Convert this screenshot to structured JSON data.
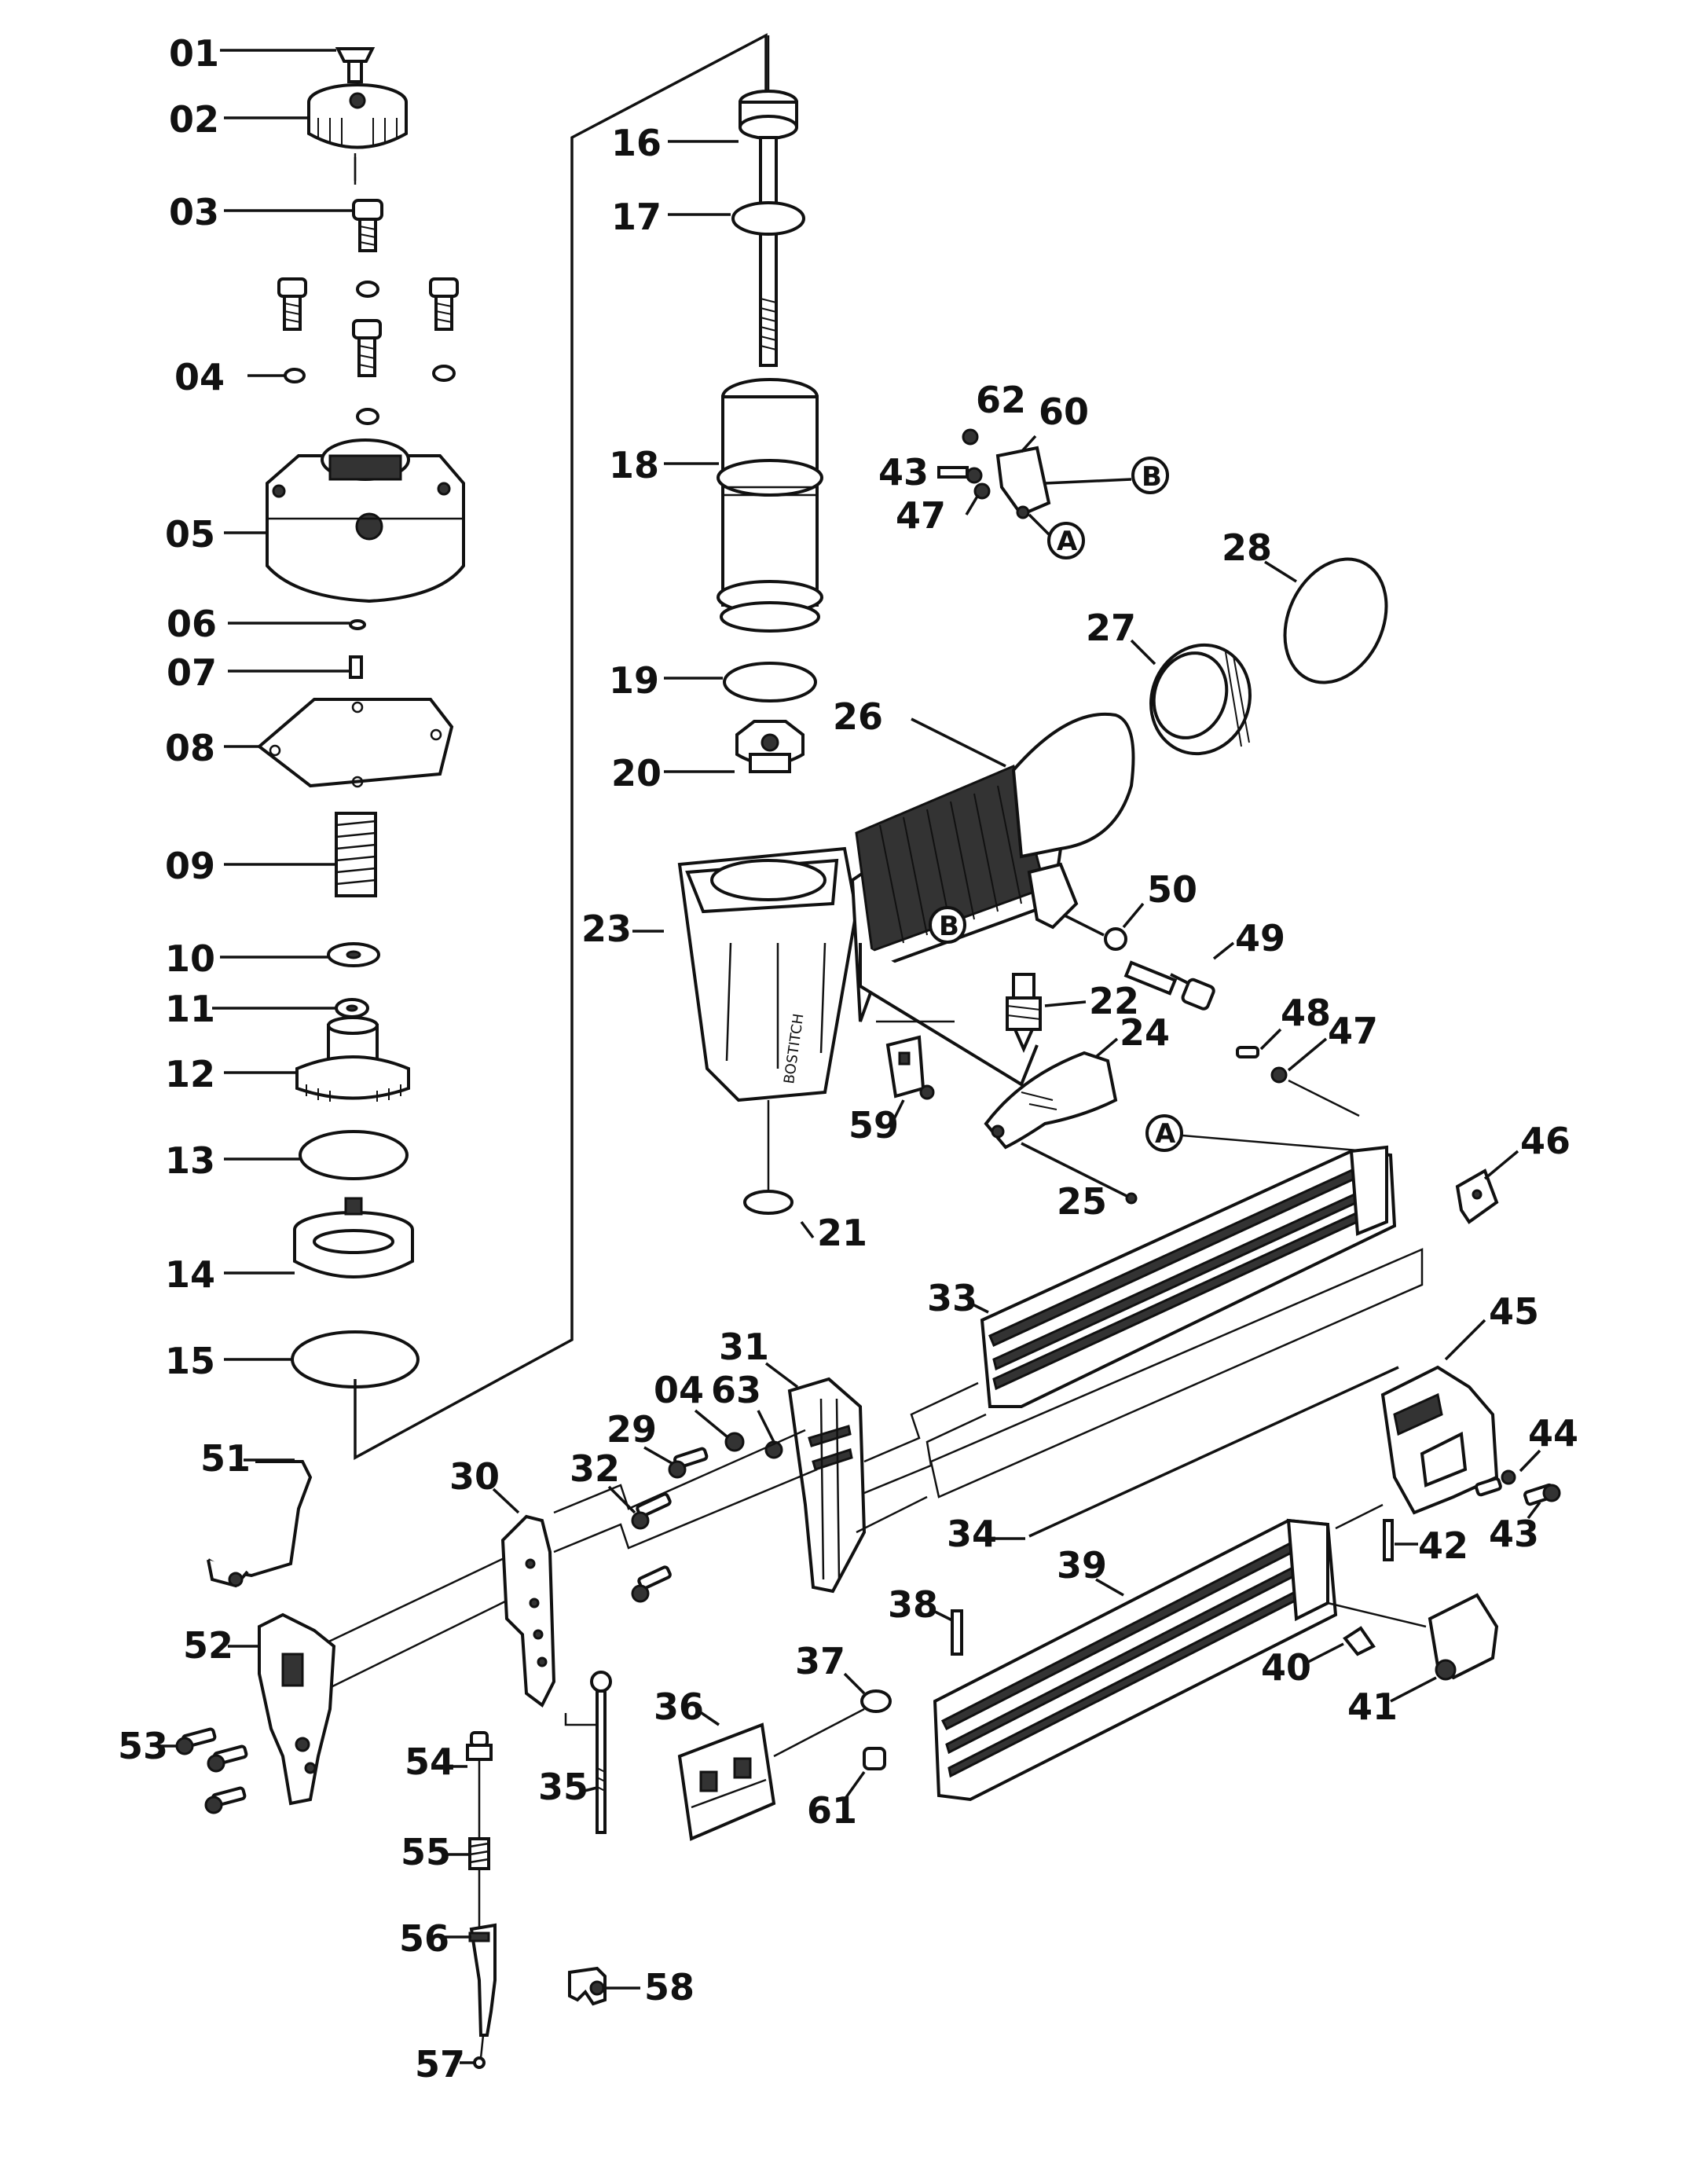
{
  "parts": [
    "01",
    "02",
    "03",
    "04",
    "05",
    "06",
    "07",
    "08",
    "09",
    "10",
    "11",
    "12",
    "13",
    "14",
    "15",
    "16",
    "17",
    "18",
    "19",
    "20",
    "21",
    "22",
    "23",
    "24",
    "25",
    "26",
    "27",
    "28",
    "29",
    "30",
    "31",
    "32",
    "33",
    "34",
    "35",
    "36",
    "37",
    "38",
    "39",
    "40",
    "41",
    "42",
    "43",
    "44",
    "45",
    "46",
    "47",
    "48",
    "49",
    "50",
    "51",
    "52",
    "53",
    "54",
    "55",
    "56",
    "57",
    "58",
    "59",
    "60",
    "61",
    "62",
    "63"
  ],
  "callouts": [
    "A",
    "B"
  ],
  "labels": {
    "p01": "01",
    "p02": "02",
    "p03": "03",
    "p04a": "04",
    "p05": "05",
    "p06": "06",
    "p07": "07",
    "p08": "08",
    "p09": "09",
    "p10": "10",
    "p11": "11",
    "p12": "12",
    "p13": "13",
    "p14": "14",
    "p15": "15",
    "p16": "16",
    "p17": "17",
    "p18": "18",
    "p19": "19",
    "p20": "20",
    "p21": "21",
    "p22": "22",
    "p23": "23",
    "p24": "24",
    "p25": "25",
    "p26": "26",
    "p27": "27",
    "p28": "28",
    "p29": "29",
    "p30": "30",
    "p31": "31",
    "p32": "32",
    "p33": "33",
    "p34": "34",
    "p35": "35",
    "p36": "36",
    "p37": "37",
    "p38": "38",
    "p39": "39",
    "p40": "40",
    "p41": "41",
    "p42": "42",
    "p43a": "43",
    "p43b": "43",
    "p44": "44",
    "p45": "45",
    "p46": "46",
    "p47a": "47",
    "p47b": "47",
    "p48": "48",
    "p49": "49",
    "p50": "50",
    "p51": "51",
    "p52": "52",
    "p53": "53",
    "p54": "54",
    "p55": "55",
    "p56": "56",
    "p57": "57",
    "p58": "58",
    "p59": "59",
    "p60": "60",
    "p61": "61",
    "p62": "62",
    "p63": "63",
    "p04b": "04",
    "cA1": "A",
    "cA2": "A",
    "cB1": "B",
    "cB2": "B"
  }
}
